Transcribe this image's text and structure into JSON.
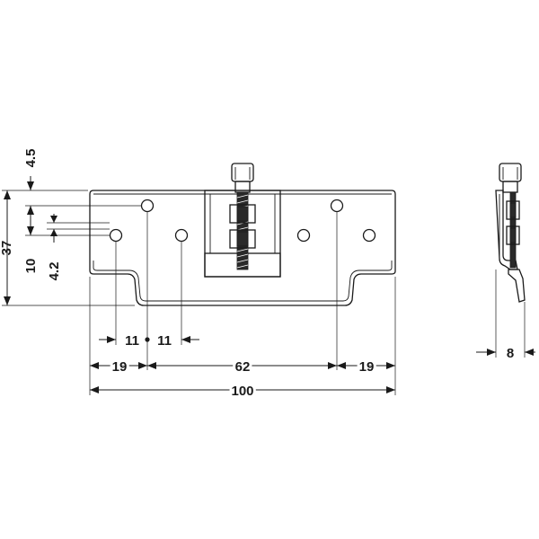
{
  "dimensions": {
    "height_total": "37",
    "offset_top": "4.5",
    "hole_vertical_spacing": "10",
    "hole_offset": "4.2",
    "hole_pitch_left": "11",
    "hole_pitch_right": "11",
    "edge_left": "19",
    "center_span": "62",
    "edge_right": "19",
    "overall_width": "100",
    "side_depth": "8"
  }
}
